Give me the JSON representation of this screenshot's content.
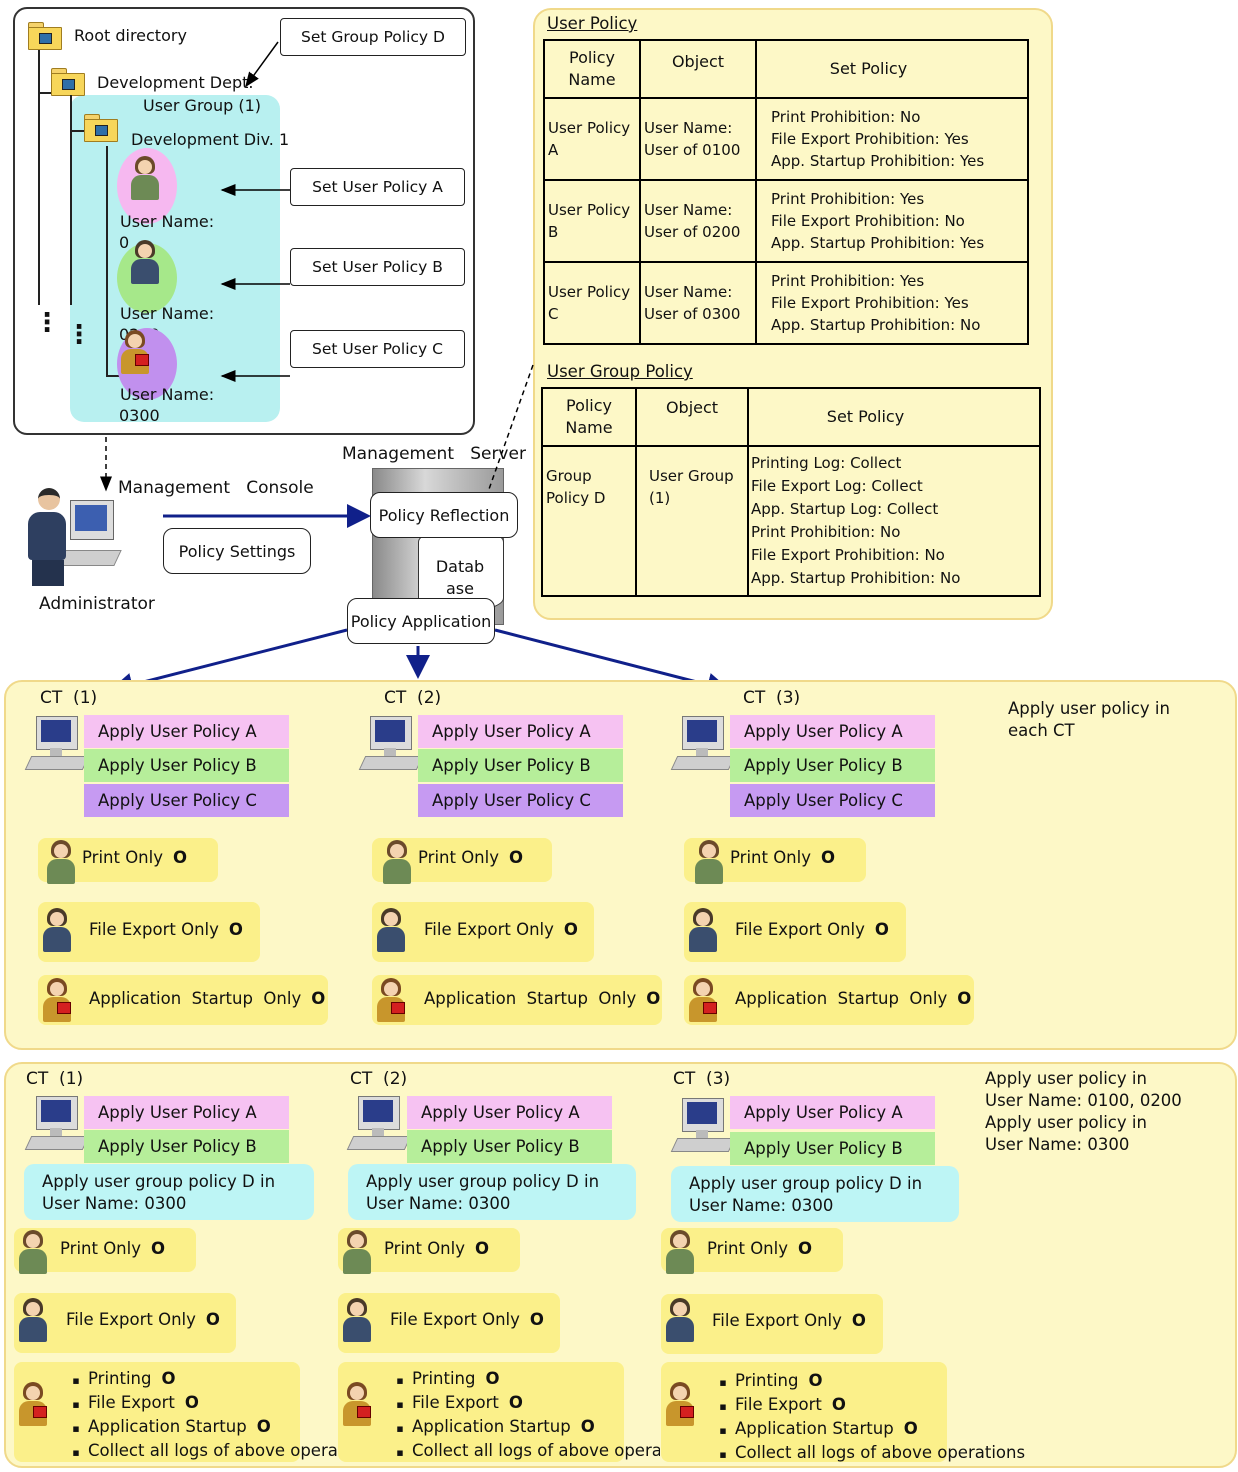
{
  "tree": {
    "root": "Root directory",
    "dept": "Development Dept.",
    "user_group": "User Group (1)",
    "div": "Development Div. 1",
    "users": [
      {
        "label": "User Name:",
        "id_fragment": "0"
      },
      {
        "label": "User Name:",
        "id_fragment": "0200"
      },
      {
        "label": "User Name:",
        "id_fragment": "0300"
      }
    ],
    "dots": "⋮"
  },
  "callouts": {
    "group_d": "Set Group Policy D",
    "user_a": "Set User Policy A",
    "user_b": "Set User Policy B",
    "user_c": "Set User Policy C"
  },
  "server": {
    "title": "Management   Server",
    "policy_reflection": "Policy Reflection",
    "database": "Datab ase",
    "policy_application": "Policy Application"
  },
  "console": {
    "title": "Management   Console",
    "policy_settings": "Policy Settings",
    "admin": "Administrator"
  },
  "user_policy": {
    "heading": "User Policy",
    "headers": [
      "Policy Name",
      "Object",
      "Set Policy"
    ],
    "rows": [
      {
        "name": "User Policy A",
        "object": "User Name: User of 0100",
        "policy": [
          "Print Prohibition:  No",
          "File Export Prohibition:  Yes",
          "App. Startup Prohibition:  Yes"
        ]
      },
      {
        "name": "User Policy B",
        "object": "User Name: User of 0200",
        "policy": [
          "Print Prohibition:  Yes",
          "File Export Prohibition:  No",
          "App. Startup Prohibition:  Yes"
        ]
      },
      {
        "name": "User Policy C",
        "object": "User Name: User of 0300",
        "policy": [
          "Print Prohibition:  Yes",
          "File Export Prohibition:  Yes",
          "App. Startup Prohibition:  No"
        ]
      }
    ]
  },
  "group_policy": {
    "heading": "User Group Policy",
    "headers": [
      "Policy Name",
      "Object",
      "Set Policy"
    ],
    "rows": [
      {
        "name": "Group Policy D",
        "object": "User Group (1)",
        "policy": [
          "Printing Log:  Collect",
          "File Export Log:   Collect",
          "App. Startup Log:  Collect",
          "Print Prohibition:  No",
          "File Export Prohibition:  No",
          "App. Startup Prohibition:  No"
        ]
      }
    ]
  },
  "section1": {
    "note": "Apply user policy in each CT",
    "cts": [
      {
        "title": "CT  (1)"
      },
      {
        "title": "CT  (2)"
      },
      {
        "title": "CT  (3)"
      }
    ],
    "policies": [
      "Apply User Policy A",
      "Apply User Policy B",
      "Apply User Policy C"
    ],
    "labels": [
      "Print Only",
      "File Export Only",
      "Application  Startup  Only"
    ],
    "mark": "O"
  },
  "section2": {
    "note": [
      "Apply user policy in",
      "User Name:  0100, 0200",
      "Apply user policy in",
      "User Name:  0300"
    ],
    "cts": [
      {
        "title": "CT  (1)"
      },
      {
        "title": "CT  (2)"
      },
      {
        "title": "CT  (3)"
      }
    ],
    "policies": [
      "Apply User Policy A",
      "Apply User Policy B"
    ],
    "group_apply": [
      "Apply user group policy D in",
      "User Name:  0300"
    ],
    "labels": [
      "Print Only",
      "File Export Only"
    ],
    "bullets": [
      "Printing",
      "File Export",
      "Application  Startup",
      "Collect all logs of above operations"
    ],
    "mark": "O"
  }
}
